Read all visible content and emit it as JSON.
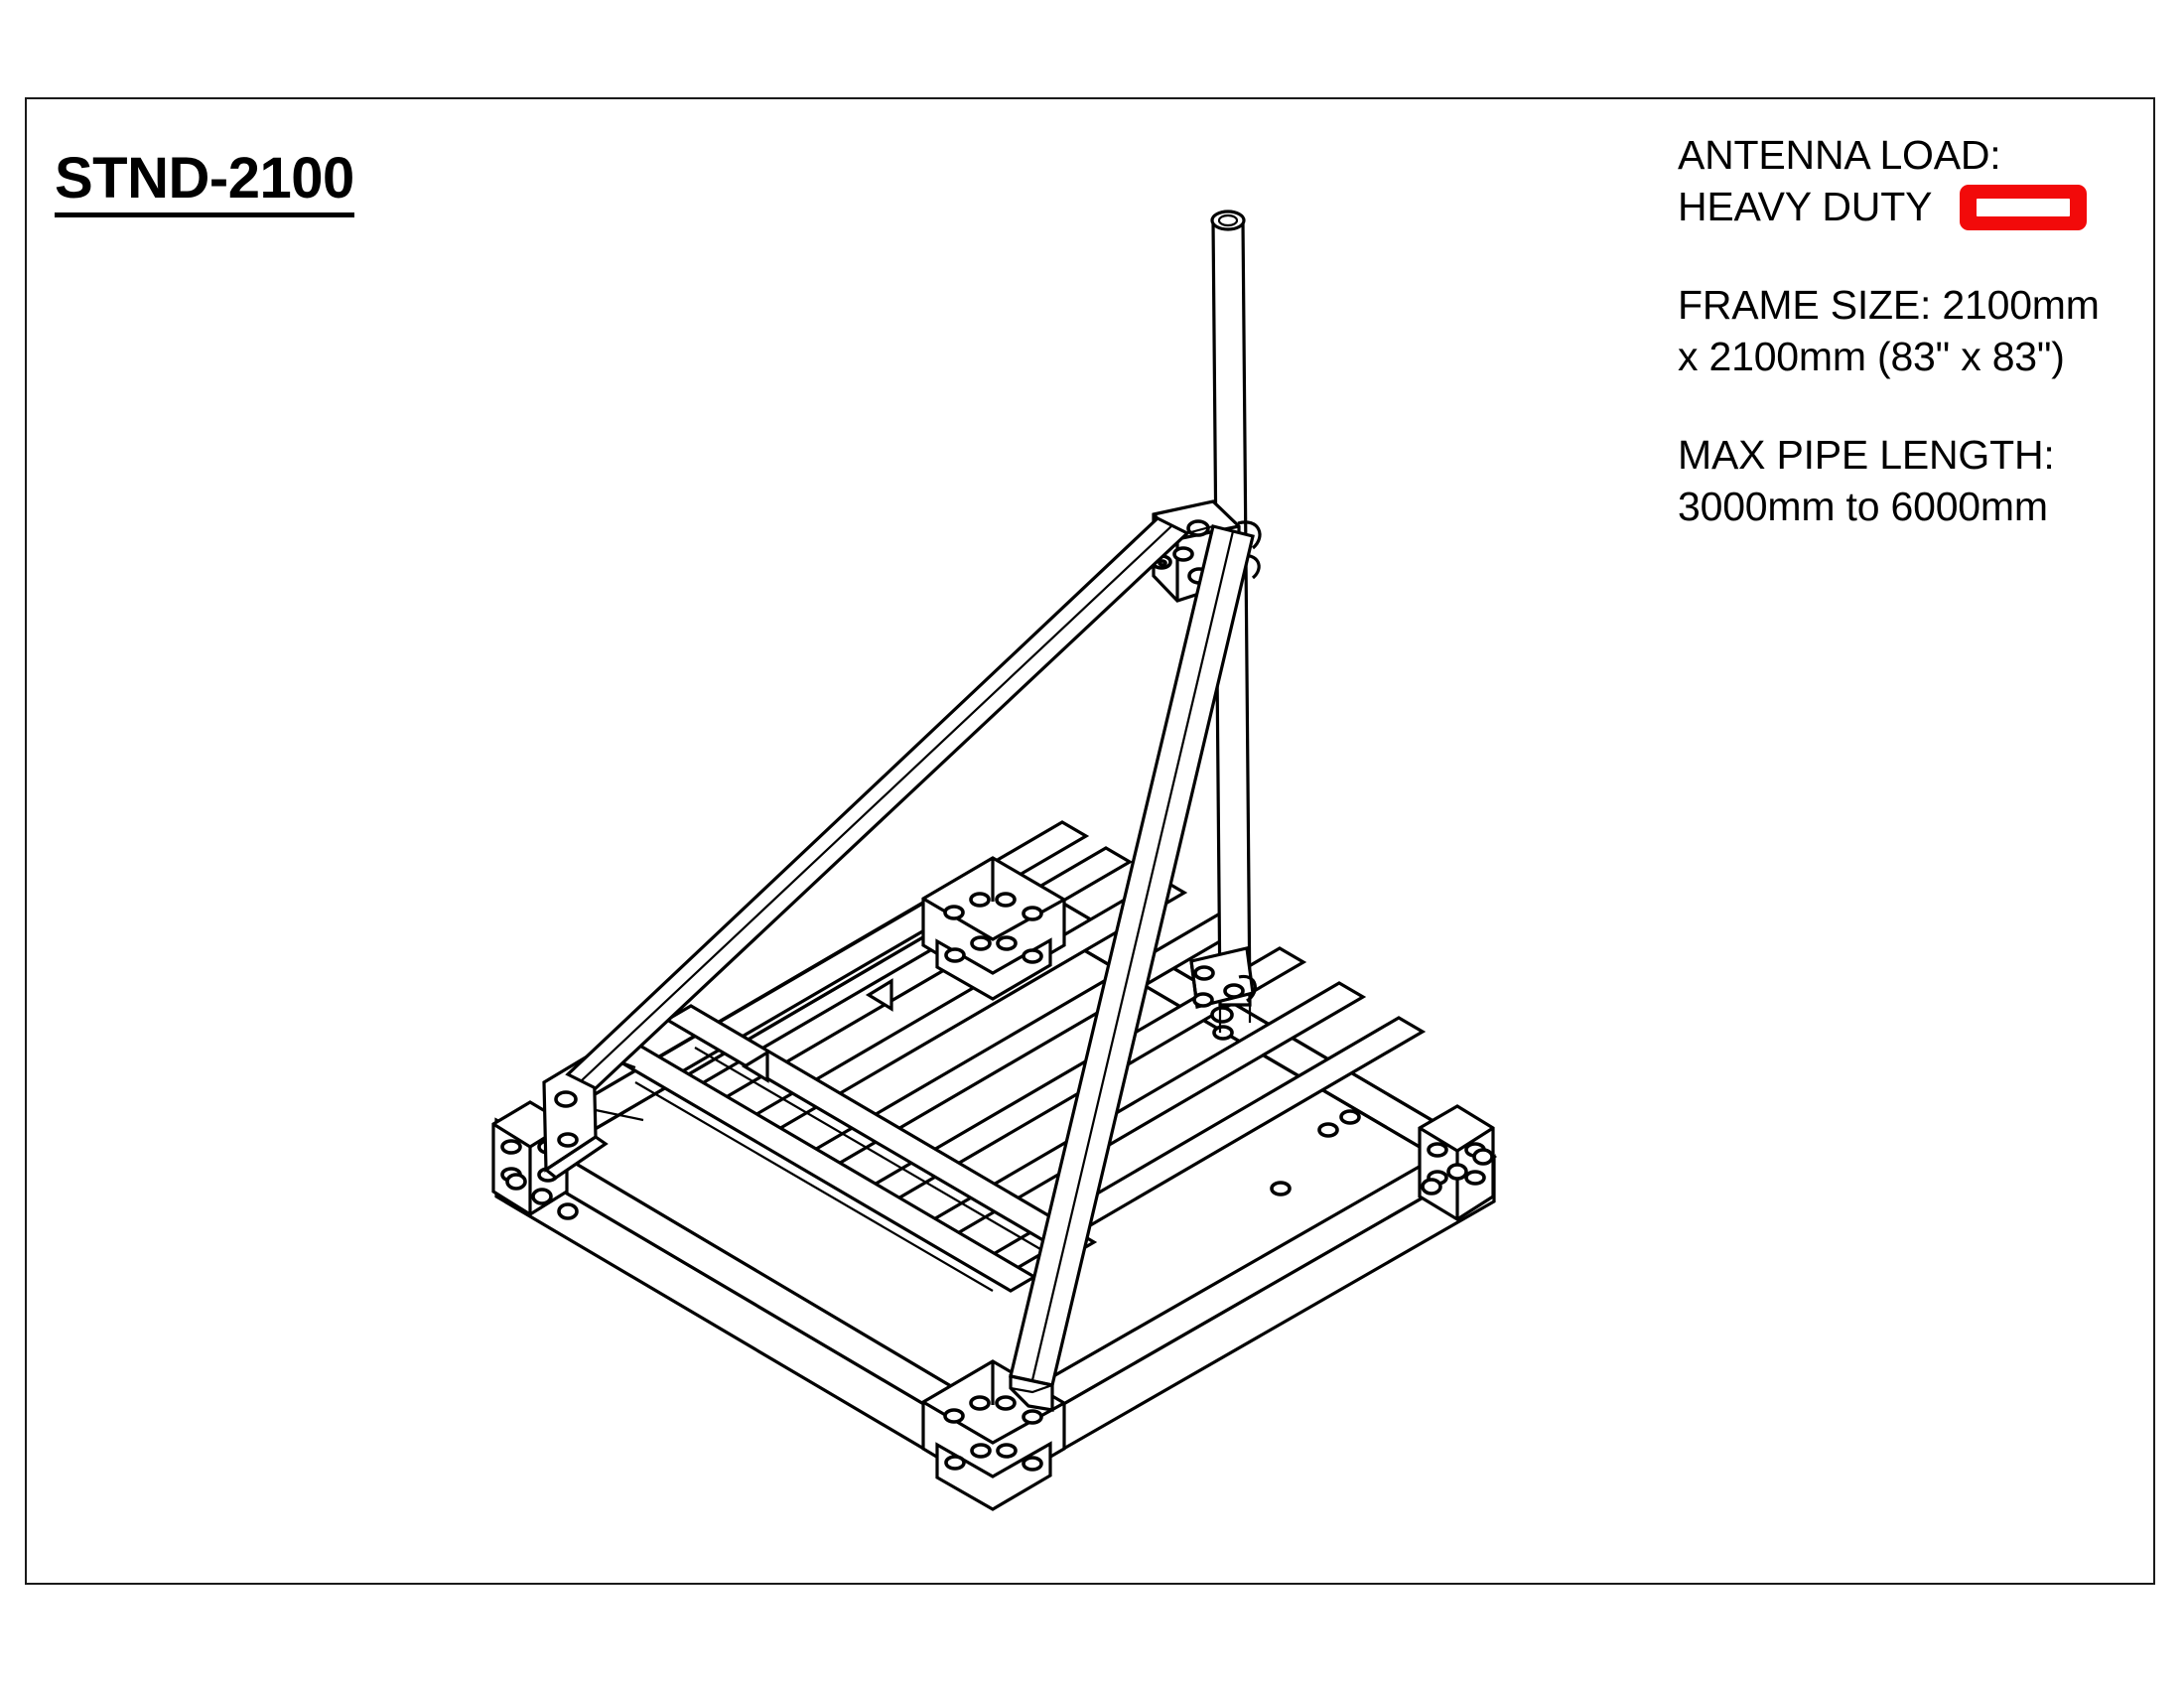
{
  "sheet": {
    "border_color": "#1a1a1a"
  },
  "title": {
    "model": "STND-2100"
  },
  "specs": {
    "load": {
      "label_line1": "ANTENNA LOAD:",
      "label_line2": "HEAVY DUTY",
      "badge_color": "#f20a0a",
      "badge_name": "heavy-duty-indicator"
    },
    "frame": {
      "line1": "FRAME SIZE: 2100mm",
      "line2": "x 2100mm (83\" x 83\")"
    },
    "pipe": {
      "line1": "MAX PIPE LENGTH:",
      "line2": "3000mm to 6000mm"
    }
  },
  "drawing": {
    "name": "isometric-antenna-roof-mount-assembly",
    "line_color": "#000000",
    "fill_color": "#ffffff",
    "components": [
      "vertical-mast-pipe",
      "upper-mast-bracket",
      "lower-mast-bracket",
      "rear-diagonal-brace",
      "front-diagonal-brace",
      "square-base-frame",
      "cross-rails",
      "corner-brackets",
      "gusset-plate"
    ]
  }
}
